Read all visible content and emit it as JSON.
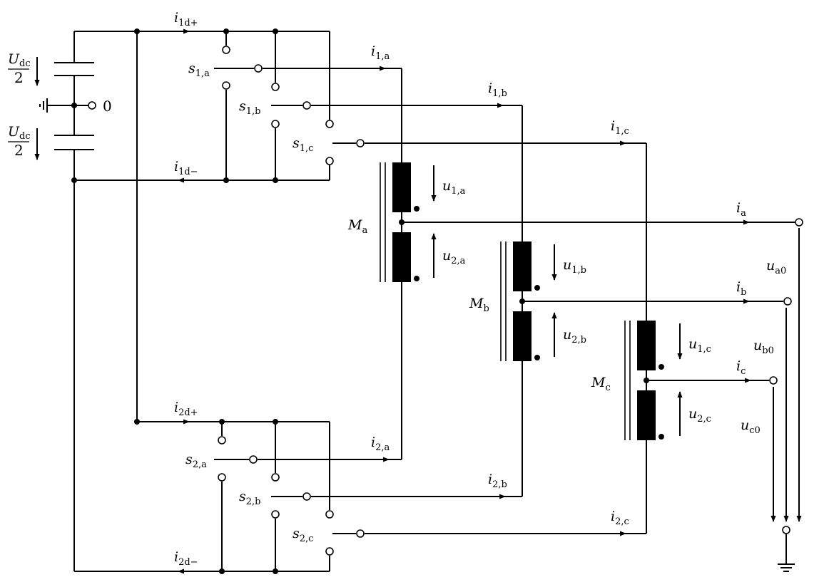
{
  "circuit": {
    "dc_source": {
      "top_voltage": {
        "num": "U",
        "num_sub": "dc",
        "den": "2"
      },
      "bottom_voltage": {
        "num": "U",
        "num_sub": "dc",
        "den": "2"
      },
      "midpoint_label": "0"
    },
    "dc_currents": [
      {
        "id": "i1d_plus",
        "sym": "i",
        "sub": "1d+"
      },
      {
        "id": "i1d_minus",
        "sym": "i",
        "sub": "1d−"
      },
      {
        "id": "i2d_plus",
        "sym": "i",
        "sub": "2d+"
      },
      {
        "id": "i2d_minus",
        "sym": "i",
        "sub": "2d−"
      }
    ],
    "switches": [
      {
        "sym": "s",
        "sub": "1,a"
      },
      {
        "sym": "s",
        "sub": "1,b"
      },
      {
        "sym": "s",
        "sub": "1,c"
      },
      {
        "sym": "s",
        "sub": "2,a"
      },
      {
        "sym": "s",
        "sub": "2,b"
      },
      {
        "sym": "s",
        "sub": "2,c"
      }
    ],
    "leg_currents": [
      {
        "sym": "i",
        "sub": "1,a"
      },
      {
        "sym": "i",
        "sub": "1,b"
      },
      {
        "sym": "i",
        "sub": "1,c"
      },
      {
        "sym": "i",
        "sub": "2,a"
      },
      {
        "sym": "i",
        "sub": "2,b"
      },
      {
        "sym": "i",
        "sub": "2,c"
      }
    ],
    "inductors": [
      {
        "sym": "M",
        "sub": "a"
      },
      {
        "sym": "M",
        "sub": "b"
      },
      {
        "sym": "M",
        "sub": "c"
      }
    ],
    "coil_voltages": [
      {
        "sym": "u",
        "sub": "1,a"
      },
      {
        "sym": "u",
        "sub": "2,a"
      },
      {
        "sym": "u",
        "sub": "1,b"
      },
      {
        "sym": "u",
        "sub": "2,b"
      },
      {
        "sym": "u",
        "sub": "1,c"
      },
      {
        "sym": "u",
        "sub": "2,c"
      }
    ],
    "output_currents": [
      {
        "sym": "i",
        "sub": "a"
      },
      {
        "sym": "i",
        "sub": "b"
      },
      {
        "sym": "i",
        "sub": "c"
      }
    ],
    "output_voltages": [
      {
        "sym": "u",
        "sub": "a0"
      },
      {
        "sym": "u",
        "sub": "b0"
      },
      {
        "sym": "u",
        "sub": "c0"
      }
    ]
  }
}
